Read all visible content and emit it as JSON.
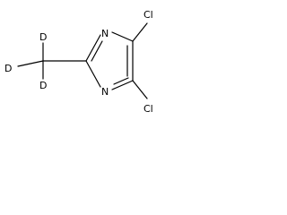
{
  "molecule": {
    "ring_atoms": {
      "n_top": "N",
      "n_bottom": "N"
    },
    "substituents": {
      "cl_top": "Cl",
      "cl_bottom": "Cl",
      "d_top": "D",
      "d_left": "D",
      "d_bottom": "D"
    }
  },
  "colors": {
    "bond": "#000000",
    "text": "#000000",
    "background": "#ffffff"
  }
}
